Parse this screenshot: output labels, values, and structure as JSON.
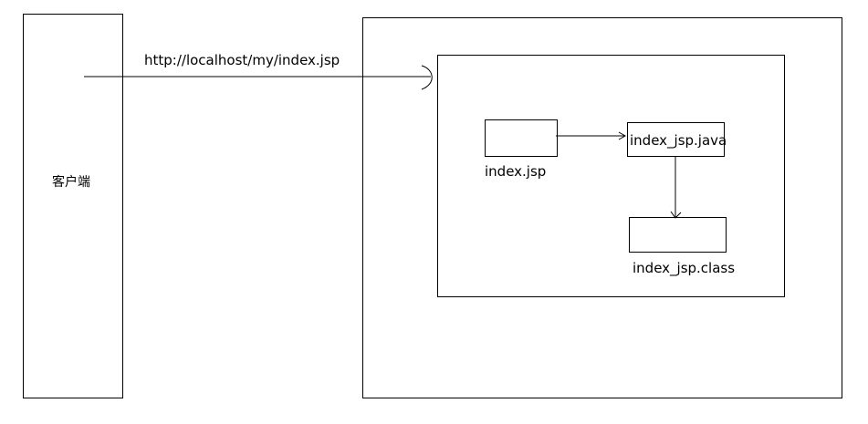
{
  "client": {
    "label": "客户端"
  },
  "request": {
    "url": "http://localhost/my/index.jsp"
  },
  "server": {
    "jsp_file": "index.jsp",
    "java_file": "index_jsp.java",
    "class_file": "index_jsp.class"
  }
}
